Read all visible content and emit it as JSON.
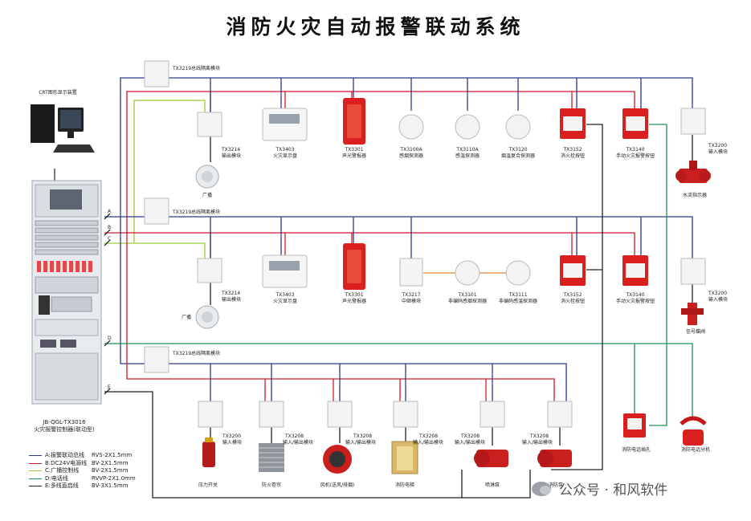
{
  "title": "消防火灾自动报警联动系统",
  "crt_label": "CRT图形显示装置",
  "controller": {
    "model": "JB-QGL-TX3016",
    "name": "火灾报警控制器(联动型)"
  },
  "bus_letters": [
    "A",
    "B",
    "C",
    "D",
    "E"
  ],
  "isolators": [
    "TX3219总线隔离模块",
    "TX3219总线隔离模块",
    "TX3219总线隔离模块"
  ],
  "row1": [
    {
      "model": "TX3214",
      "name": "输出模块"
    },
    {
      "model": "TX3403",
      "name": "火灾显示盘"
    },
    {
      "model": "TX3301",
      "name": "声光警报器"
    },
    {
      "model": "TX3100A",
      "name": "感烟探测器"
    },
    {
      "model": "TX3110A",
      "name": "感温探测器"
    },
    {
      "model": "TX3120",
      "name": "烟温复合探测器"
    },
    {
      "model": "TX3152",
      "name": "消火栓按钮"
    },
    {
      "model": "TX3140",
      "name": "手动火灾报警按钮"
    },
    {
      "model": "TX3200",
      "name": "输入模块"
    }
  ],
  "row2": [
    {
      "model": "TX3214",
      "name": "输出模块"
    },
    {
      "model": "TX3403",
      "name": "火灾显示盘"
    },
    {
      "model": "TX3301",
      "name": "声光警报器"
    },
    {
      "model": "TX3217",
      "name": "中继模块"
    },
    {
      "model": "TX3101",
      "name": "非编码感烟探测器"
    },
    {
      "model": "TX3111",
      "name": "非编码感温探测器"
    },
    {
      "model": "TX3152",
      "name": "消火栓按钮"
    },
    {
      "model": "TX3140",
      "name": "手动火灾报警按钮"
    },
    {
      "model": "TX3200",
      "name": "输入模块"
    }
  ],
  "row3": [
    {
      "model": "TX3200",
      "name": "输入模块"
    },
    {
      "model": "TX3208",
      "name": "输入/输出模块"
    },
    {
      "model": "TX3208",
      "name": "输入/输出模块"
    },
    {
      "model": "TX3208",
      "name": "输入/输出模块"
    },
    {
      "model": "TX3208",
      "name": "输入/输出模块"
    },
    {
      "model": "TX3208",
      "name": "输入/输出模块"
    }
  ],
  "speaker_label": "广播",
  "water_flow_label": "水流指示器",
  "signal_valve_label": "信号蝶阀",
  "phone_jack_label": "消防电话插孔",
  "phone_ext_label": "消防电话分机",
  "bottom_devices": [
    "压力开关",
    "防火卷帘",
    "风机(送风/排烟)",
    "消防电梯",
    "喷淋泵",
    "消防泵"
  ],
  "legend": [
    {
      "name": "A:报警联动总线",
      "spec": "RVS-2X1.5mm",
      "color": "#2b3a8c"
    },
    {
      "name": "B:DC24V电源线",
      "spec": "BV-2X1.5mm",
      "color": "#d0182a"
    },
    {
      "name": "C:广播控制线",
      "spec": "BV-2X1.5mm",
      "color": "#9ccc3a"
    },
    {
      "name": "D:电话线",
      "spec": "RVVP-2X1.0mm",
      "color": "#1f8f5a"
    },
    {
      "name": "E:多线直启线",
      "spec": "BV-3X1.5mm",
      "color": "#222222"
    }
  ],
  "watermark": "公众号 · 和风软件"
}
